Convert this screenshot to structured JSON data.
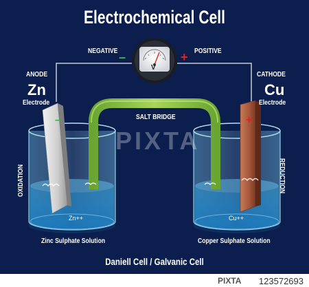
{
  "title": "Electrochemical Cell",
  "meter": {
    "negative_label": "NEGATIVE",
    "positive_label": "POSITIVE",
    "minus": "–",
    "plus": "+",
    "unit": "V"
  },
  "anode": {
    "role": "ANODE",
    "symbol": "Zn",
    "sub": "Electrode",
    "sign": "–",
    "ion": "Zn++",
    "solution": "Zinc Sulphate Solution",
    "process": "OXIDATION"
  },
  "cathode": {
    "role": "CATHODE",
    "symbol": "Cu",
    "sub": "Electrode",
    "sign": "+",
    "ion": "Cu++",
    "solution": "Copper Sulphate Solution",
    "process": "REDUCTION"
  },
  "salt_bridge": "SALT BRIDGE",
  "footer": "Daniell Cell / Galvanic Cell",
  "watermark": "PIXTA",
  "stock": {
    "logo": "PIXTA",
    "id": "123572693"
  },
  "colors": {
    "background": "#0b1e4e",
    "salt_bridge": "#8bc53f",
    "zinc": "#c9c9c9",
    "copper": "#a5563a",
    "solution": "#3fa9e0",
    "minus_sign": "#39b54a",
    "plus_sign": "#e2231a"
  }
}
